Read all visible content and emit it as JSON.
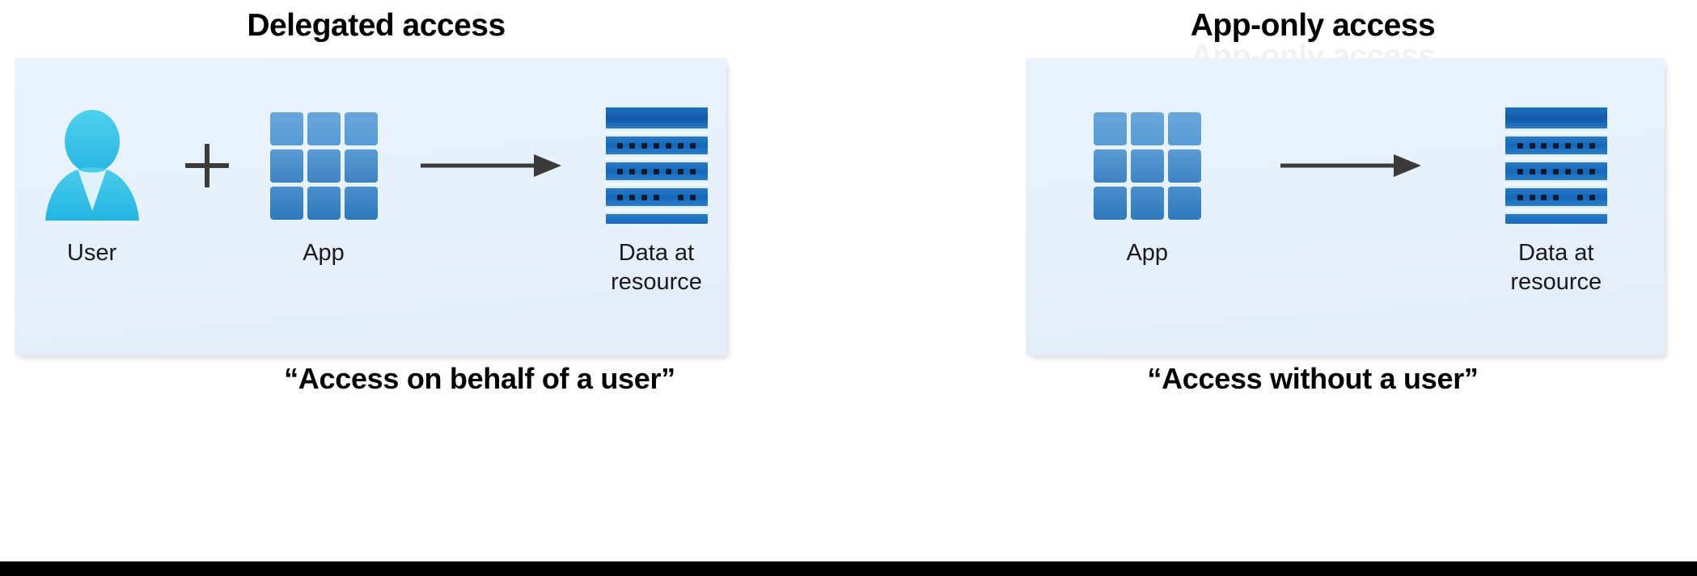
{
  "diagram": {
    "bottom_bar_color": "#000000",
    "panel_background": "#e7f1fb",
    "accent_blue": "#5b9bd5",
    "user_icon_color": "#35c0e8",
    "rack_blue": "#1467b6",
    "arrow_color": "#3b3b3b"
  },
  "panels": [
    {
      "heading": "Delegated access",
      "footer": "“Access on behalf of a user”",
      "nodes": [
        {
          "icon": "user-icon",
          "label": "User"
        },
        {
          "icon": "plus-icon",
          "label": ""
        },
        {
          "icon": "app-grid-icon",
          "label": "App"
        },
        {
          "icon": "arrow-right-icon",
          "label": ""
        },
        {
          "icon": "data-rack-icon",
          "label": "Data at\nresource",
          "label_line1": "Data at",
          "label_line2": "resource"
        }
      ]
    },
    {
      "heading": "App-only access",
      "ghost_heading": "App-only access",
      "footer": "“Access without a user”",
      "nodes": [
        {
          "icon": "app-grid-icon",
          "label": "App"
        },
        {
          "icon": "arrow-right-icon",
          "label": ""
        },
        {
          "icon": "data-rack-icon",
          "label": "Data at\nresource",
          "label_line1": "Data at",
          "label_line2": "resource"
        }
      ]
    }
  ]
}
